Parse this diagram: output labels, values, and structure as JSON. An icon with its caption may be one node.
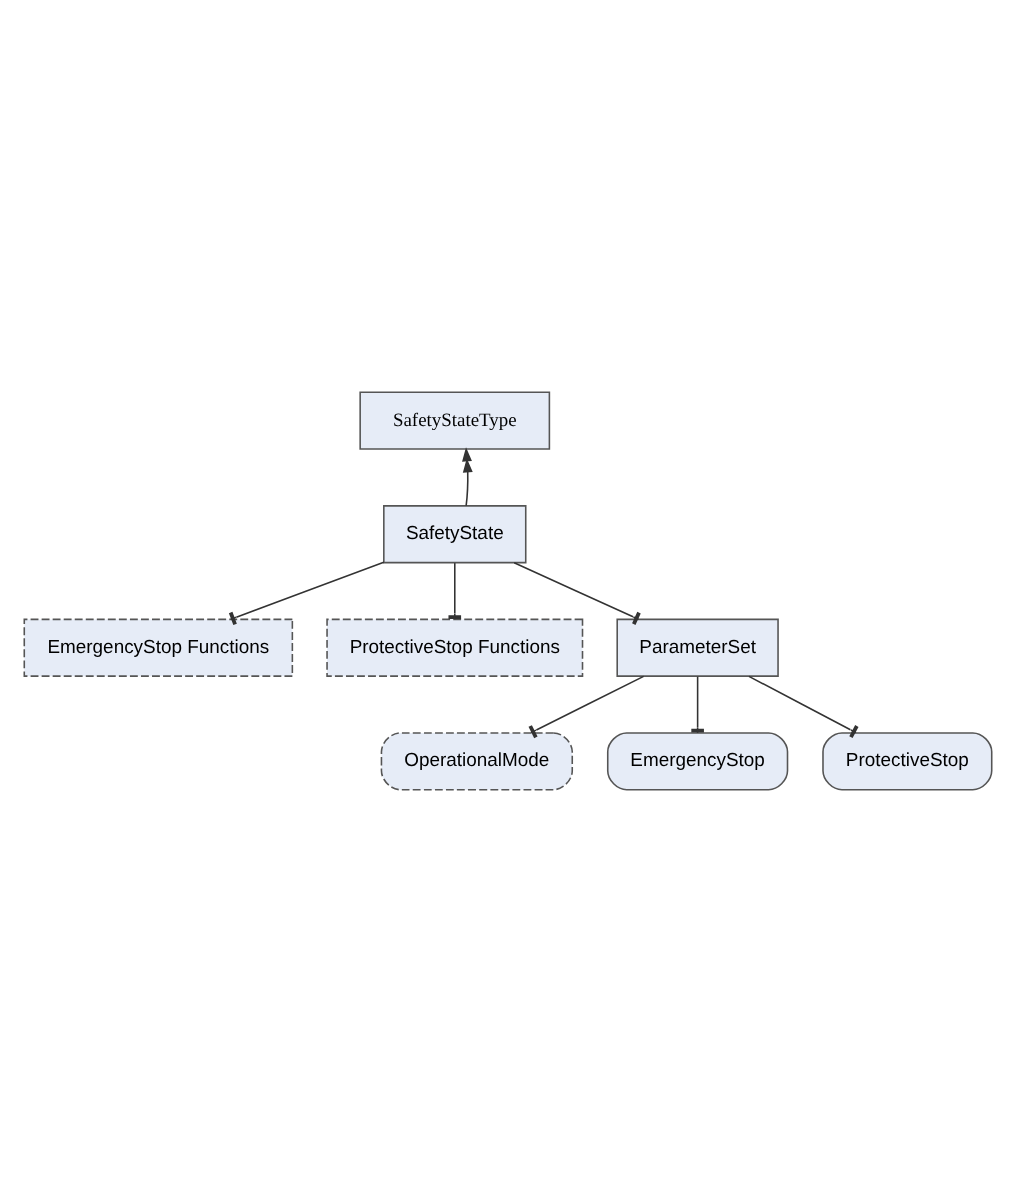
{
  "diagram": {
    "nodes": [
      {
        "text": [
          "SafetyStateType"
        ]
      },
      {
        "text": [
          "SafetyState"
        ]
      },
      {
        "text": [
          "EmergencyStop Functions"
        ]
      },
      {
        "text": [
          "ProtectiveStop Functions"
        ]
      },
      {
        "text": [
          "ParameterSet"
        ]
      },
      {
        "text": [
          "OperationalMode"
        ]
      },
      {
        "text": [
          "EmergencyStop"
        ]
      },
      {
        "text": [
          "ProtectiveStop"
        ]
      }
    ],
    "edges": [
      {
        "from": 1,
        "to": 0,
        "arrow": "to"
      },
      {
        "from": 1,
        "to": 2,
        "arrow": "other"
      },
      {
        "from": 1,
        "to": 3,
        "arrow": "other"
      },
      {
        "from": 1,
        "to": 4,
        "arrow": "other"
      },
      {
        "from": 4,
        "to": 5,
        "arrow": "other"
      },
      {
        "from": 4,
        "to": 6,
        "arrow": "other"
      },
      {
        "from": 4,
        "to": 7,
        "arrow": "other"
      }
    ]
  }
}
